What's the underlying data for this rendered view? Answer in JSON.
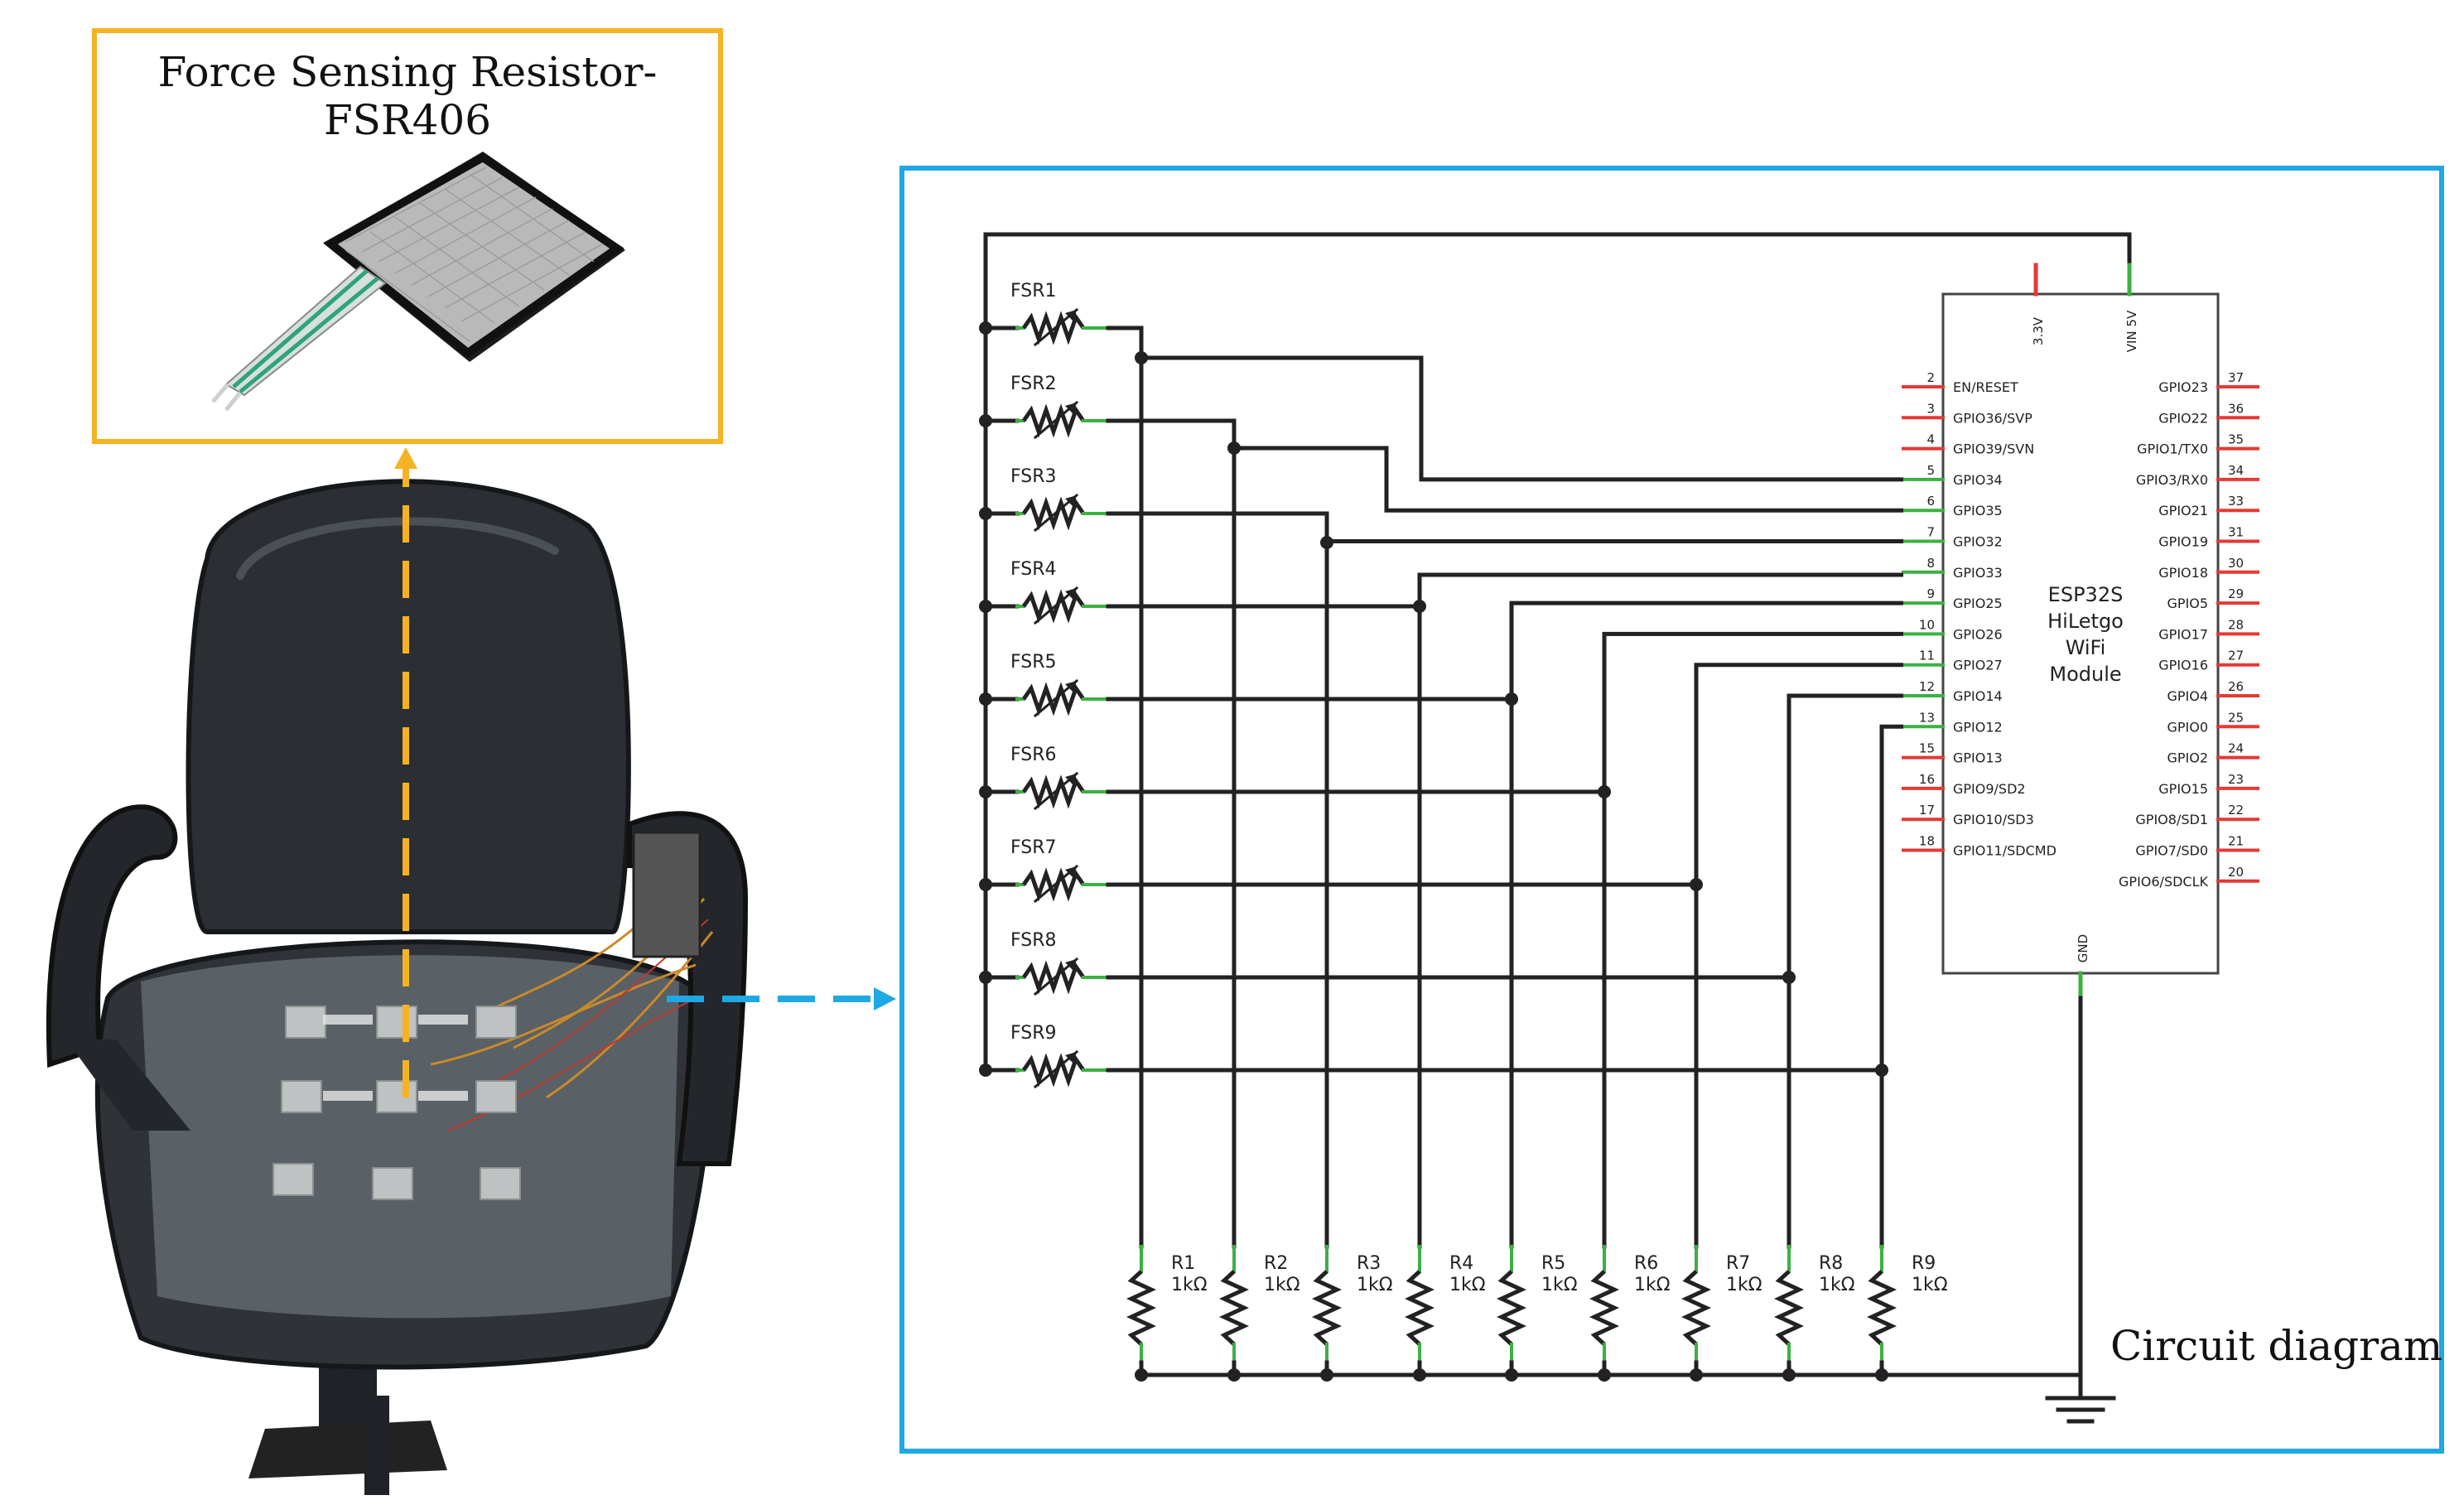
{
  "fsr_panel": {
    "title": "Force Sensing Resistor-FSR406"
  },
  "circuit_panel": {
    "label": "Circuit diagram"
  },
  "fsr_labels": [
    "FSR1",
    "FSR2",
    "FSR3",
    "FSR4",
    "FSR5",
    "FSR6",
    "FSR7",
    "FSR8",
    "FSR9"
  ],
  "resistors": [
    {
      "name": "R1",
      "value": "1kΩ"
    },
    {
      "name": "R2",
      "value": "1kΩ"
    },
    {
      "name": "R3",
      "value": "1kΩ"
    },
    {
      "name": "R4",
      "value": "1kΩ"
    },
    {
      "name": "R5",
      "value": "1kΩ"
    },
    {
      "name": "R6",
      "value": "1kΩ"
    },
    {
      "name": "R7",
      "value": "1kΩ"
    },
    {
      "name": "R8",
      "value": "1kΩ"
    },
    {
      "name": "R9",
      "value": "1kΩ"
    }
  ],
  "module": {
    "lines": [
      "ESP32S",
      "HiLetgo",
      "WiFi",
      "Module"
    ],
    "top_pins": [
      "3.3V",
      "VIN 5V"
    ],
    "bottom_pin": "GND",
    "left_pins": [
      {
        "num": "2",
        "name": "EN/RESET"
      },
      {
        "num": "3",
        "name": "GPIO36/SVP"
      },
      {
        "num": "4",
        "name": "GPIO39/SVN"
      },
      {
        "num": "5",
        "name": "GPIO34"
      },
      {
        "num": "6",
        "name": "GPIO35"
      },
      {
        "num": "7",
        "name": "GPIO32"
      },
      {
        "num": "8",
        "name": "GPIO33"
      },
      {
        "num": "9",
        "name": "GPIO25"
      },
      {
        "num": "10",
        "name": "GPIO26"
      },
      {
        "num": "11",
        "name": "GPIO27"
      },
      {
        "num": "12",
        "name": "GPIO14"
      },
      {
        "num": "13",
        "name": "GPIO12"
      },
      {
        "num": "15",
        "name": "GPIO13"
      },
      {
        "num": "16",
        "name": "GPIO9/SD2"
      },
      {
        "num": "17",
        "name": "GPIO10/SD3"
      },
      {
        "num": "18",
        "name": "GPIO11/SDCMD"
      }
    ],
    "right_pins": [
      {
        "num": "37",
        "name": "GPIO23"
      },
      {
        "num": "36",
        "name": "GPIO22"
      },
      {
        "num": "35",
        "name": "GPIO1/TX0"
      },
      {
        "num": "34",
        "name": "GPIO3/RX0"
      },
      {
        "num": "33",
        "name": "GPIO21"
      },
      {
        "num": "31",
        "name": "GPIO19"
      },
      {
        "num": "30",
        "name": "GPIO18"
      },
      {
        "num": "29",
        "name": "GPIO5"
      },
      {
        "num": "28",
        "name": "GPIO17"
      },
      {
        "num": "27",
        "name": "GPIO16"
      },
      {
        "num": "26",
        "name": "GPIO4"
      },
      {
        "num": "25",
        "name": "GPIO0"
      },
      {
        "num": "24",
        "name": "GPIO2"
      },
      {
        "num": "23",
        "name": "GPIO15"
      },
      {
        "num": "22",
        "name": "GPIO8/SD1"
      },
      {
        "num": "21",
        "name": "GPIO7/SD0"
      },
      {
        "num": "20",
        "name": "GPIO6/SDCLK"
      }
    ]
  },
  "colors": {
    "fsr_frame": "#F5B324",
    "circuit_frame": "#1EA8E5",
    "pin_red": "#E53935",
    "pin_green": "#3CB043",
    "wire": "#222222",
    "chair": "#2B2F33"
  }
}
